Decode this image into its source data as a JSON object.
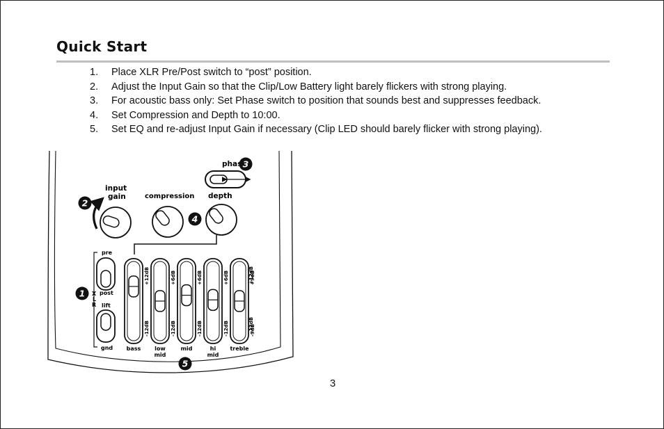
{
  "page": {
    "title": "Quick Start",
    "page_number": "3"
  },
  "steps": [
    {
      "number": "1.",
      "text": "Place XLR Pre/Post switch to “post” position."
    },
    {
      "number": "2.",
      "text": "Adjust the Input Gain so that the Clip/Low Battery light barely flickers with strong playing."
    },
    {
      "number": "3.",
      "text": "For acoustic bass only: Set Phase switch to position that sounds best and suppresses feedback."
    },
    {
      "number": "4.",
      "text": "Set Compression and Depth to 10:00."
    },
    {
      "number": "5.",
      "text": "Set EQ and re-adjust Input Gain if necessary (Clip LED should barely flicker with strong playing)."
    }
  ],
  "panel": {
    "phase_label": "phase",
    "input_gain_label_line1": "input",
    "input_gain_label_line2": "gain",
    "compression_label": "compression",
    "depth_label": "depth",
    "xlr_pre_label": "pre",
    "xlr_post_label": "post",
    "xlr_lift_label": "lift",
    "xlr_gnd_label": "gnd",
    "xlr_letters": [
      "X",
      "L",
      "R"
    ],
    "callouts": [
      "1",
      "2",
      "3",
      "4",
      "5"
    ],
    "eq_bands": [
      {
        "label1": "bass",
        "label2": "",
        "top": "+12dB",
        "bottom": "-12dB",
        "level": 0.75
      },
      {
        "label1": "low",
        "label2": "mid",
        "top": "+6dB",
        "bottom": "-12dB",
        "level": 0.5
      },
      {
        "label1": "mid",
        "label2": "",
        "top": "+6dB",
        "bottom": "-12dB",
        "level": 0.6
      },
      {
        "label1": "hi",
        "label2": "mid",
        "top": "+6dB",
        "bottom": "-12dB",
        "level": 0.52
      },
      {
        "label1": "treble",
        "label2": "",
        "top": "+9dB",
        "bottom": "-9dB",
        "level": 0.5
      }
    ],
    "eq_extra_top": "+12dB",
    "eq_extra_bottom": "-12dB"
  }
}
